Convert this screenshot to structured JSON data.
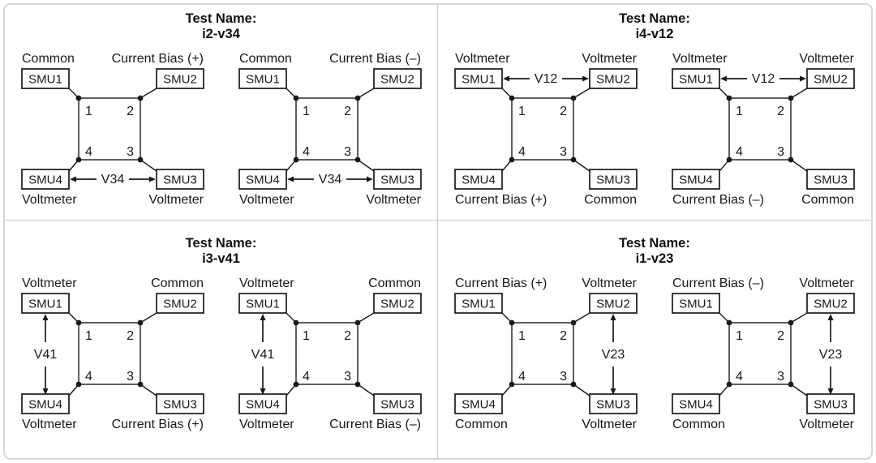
{
  "page": {
    "background": "#ffffff",
    "frame_border_color": "#d8d8d8",
    "divider_color": "#c9c9c9",
    "line_color": "#1a1a1a",
    "text_color": "#1a1a1a"
  },
  "panels": [
    {
      "id": "i2-v34",
      "title_line1": "Test Name:",
      "title_line2": "i2-v34",
      "diagrams": [
        {
          "labels": {
            "top_left": "Common",
            "top_right": "Current Bias (+)",
            "bottom_left": "Voltmeter",
            "bottom_right": "Voltmeter"
          },
          "smu": {
            "top_left": "SMU1",
            "top_right": "SMU2",
            "bottom_left": "SMU4",
            "bottom_right": "SMU3"
          },
          "corners": {
            "top_left": "1",
            "top_right": "2",
            "bottom_left": "4",
            "bottom_right": "3"
          },
          "arrow": {
            "label": "V34",
            "side": "bottom"
          }
        },
        {
          "labels": {
            "top_left": "Common",
            "top_right": "Current Bias (–)",
            "bottom_left": "Voltmeter",
            "bottom_right": "Voltmeter"
          },
          "smu": {
            "top_left": "SMU1",
            "top_right": "SMU2",
            "bottom_left": "SMU4",
            "bottom_right": "SMU3"
          },
          "corners": {
            "top_left": "1",
            "top_right": "2",
            "bottom_left": "4",
            "bottom_right": "3"
          },
          "arrow": {
            "label": "V34",
            "side": "bottom"
          }
        }
      ]
    },
    {
      "id": "i4-v12",
      "title_line1": "Test Name:",
      "title_line2": "i4-v12",
      "diagrams": [
        {
          "labels": {
            "top_left": "Voltmeter",
            "top_right": "Voltmeter",
            "bottom_left": "Current Bias (+)",
            "bottom_right": "Common"
          },
          "smu": {
            "top_left": "SMU1",
            "top_right": "SMU2",
            "bottom_left": "SMU4",
            "bottom_right": "SMU3"
          },
          "corners": {
            "top_left": "1",
            "top_right": "2",
            "bottom_left": "4",
            "bottom_right": "3"
          },
          "arrow": {
            "label": "V12",
            "side": "top"
          }
        },
        {
          "labels": {
            "top_left": "Voltmeter",
            "top_right": "Voltmeter",
            "bottom_left": "Current Bias (–)",
            "bottom_right": "Common"
          },
          "smu": {
            "top_left": "SMU1",
            "top_right": "SMU2",
            "bottom_left": "SMU4",
            "bottom_right": "SMU3"
          },
          "corners": {
            "top_left": "1",
            "top_right": "2",
            "bottom_left": "4",
            "bottom_right": "3"
          },
          "arrow": {
            "label": "V12",
            "side": "top"
          }
        }
      ]
    },
    {
      "id": "i3-v41",
      "title_line1": "Test Name:",
      "title_line2": "i3-v41",
      "diagrams": [
        {
          "labels": {
            "top_left": "Voltmeter",
            "top_right": "Common",
            "bottom_left": "Voltmeter",
            "bottom_right": "Current Bias (+)"
          },
          "smu": {
            "top_left": "SMU1",
            "top_right": "SMU2",
            "bottom_left": "SMU4",
            "bottom_right": "SMU3"
          },
          "corners": {
            "top_left": "1",
            "top_right": "2",
            "bottom_left": "4",
            "bottom_right": "3"
          },
          "arrow": {
            "label": "V41",
            "side": "left"
          }
        },
        {
          "labels": {
            "top_left": "Voltmeter",
            "top_right": "Common",
            "bottom_left": "Voltmeter",
            "bottom_right": "Current Bias (–)"
          },
          "smu": {
            "top_left": "SMU1",
            "top_right": "SMU2",
            "bottom_left": "SMU4",
            "bottom_right": "SMU3"
          },
          "corners": {
            "top_left": "1",
            "top_right": "2",
            "bottom_left": "4",
            "bottom_right": "3"
          },
          "arrow": {
            "label": "V41",
            "side": "left"
          }
        }
      ]
    },
    {
      "id": "i1-v23",
      "title_line1": "Test Name:",
      "title_line2": "i1-v23",
      "diagrams": [
        {
          "labels": {
            "top_left": "Current Bias (+)",
            "top_right": "Voltmeter",
            "bottom_left": "Common",
            "bottom_right": "Voltmeter"
          },
          "smu": {
            "top_left": "SMU1",
            "top_right": "SMU2",
            "bottom_left": "SMU4",
            "bottom_right": "SMU3"
          },
          "corners": {
            "top_left": "1",
            "top_right": "2",
            "bottom_left": "4",
            "bottom_right": "3"
          },
          "arrow": {
            "label": "V23",
            "side": "right"
          }
        },
        {
          "labels": {
            "top_left": "Current Bias (–)",
            "top_right": "Voltmeter",
            "bottom_left": "Common",
            "bottom_right": "Voltmeter"
          },
          "smu": {
            "top_left": "SMU1",
            "top_right": "SMU2",
            "bottom_left": "SMU4",
            "bottom_right": "SMU3"
          },
          "corners": {
            "top_left": "1",
            "top_right": "2",
            "bottom_left": "4",
            "bottom_right": "3"
          },
          "arrow": {
            "label": "V23",
            "side": "right"
          }
        }
      ]
    }
  ]
}
